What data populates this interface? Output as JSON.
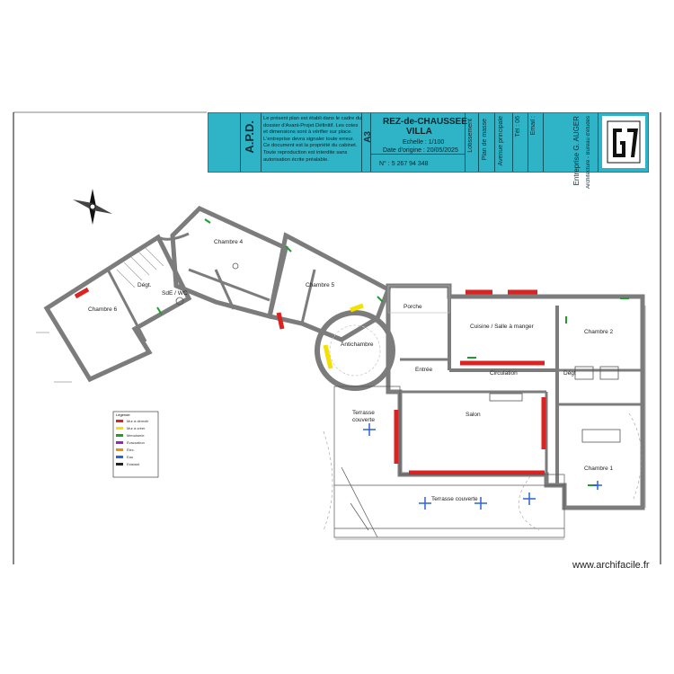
{
  "cartouche": {
    "apd_label": "A.P.D.",
    "notes": [
      "Le présent plan est établi dans le cadre du",
      "dossier d'Avant-Projet Définitif. Les cotes",
      "et dimensions sont à vérifier sur place.",
      "L'entreprise devra signaler toute erreur.",
      "Ce document est la propriété du cabinet.",
      "Toute reproduction est interdite sans",
      "autorisation écrite préalable."
    ],
    "format": "A3",
    "title_line1": "REZ-de-CHAUSSEE",
    "title_line2": "VILLA",
    "scale": "Echelle : 1/100",
    "date": "Date d'origine : 20/05/2025",
    "ref": "N° : 5 267 94 348",
    "client": "Lotissement",
    "phase": "Plan de masse",
    "address": "Avenue principale",
    "tel": "Tél : 06 ",
    "mail": "Email :",
    "company": "Entreprise G. AUGER",
    "company_sub": "Architecture - Bureau d'études"
  },
  "rooms": {
    "chambre6": "Chambre 6",
    "chambre4": "Chambre 4",
    "chambre5": "Chambre 5",
    "chambre2": "Chambre 2",
    "chambre1": "Chambre 1",
    "degt": "Dégt.",
    "sde_wc": "SdE / WC",
    "cuisine": "Cuisine / Salle à manger",
    "porche": "Porche",
    "antichambre": "Antichambre",
    "entree": "Entrée",
    "circulation": "Circulation",
    "salon": "Salon",
    "terrasse_couverte": "Terrasse couverte",
    "terrasse_couverte_2": "Terrasse couverte",
    "degt2": "Dégt"
  },
  "legend_title": "Légende",
  "legend": [
    {
      "color": "#dd2222",
      "label": "Mur à démolir"
    },
    {
      "color": "#f5e000",
      "label": "Mur à créer"
    },
    {
      "color": "#1e9e2e",
      "label": "Menuiserie"
    },
    {
      "color": "#9922cc",
      "label": "Évacuation"
    },
    {
      "color": "#f28c00",
      "label": "Élec."
    },
    {
      "color": "#2a62d8",
      "label": "Eau"
    },
    {
      "color": "#222222",
      "label": "Existant"
    }
  ],
  "footer": "www.archifacile.fr",
  "colors": {
    "wall": "#7c7c7c",
    "demolish": "#dd2222",
    "create": "#f5e000",
    "opening": "#1e9e2e",
    "cartouche_bg": "#2fb3c6"
  }
}
